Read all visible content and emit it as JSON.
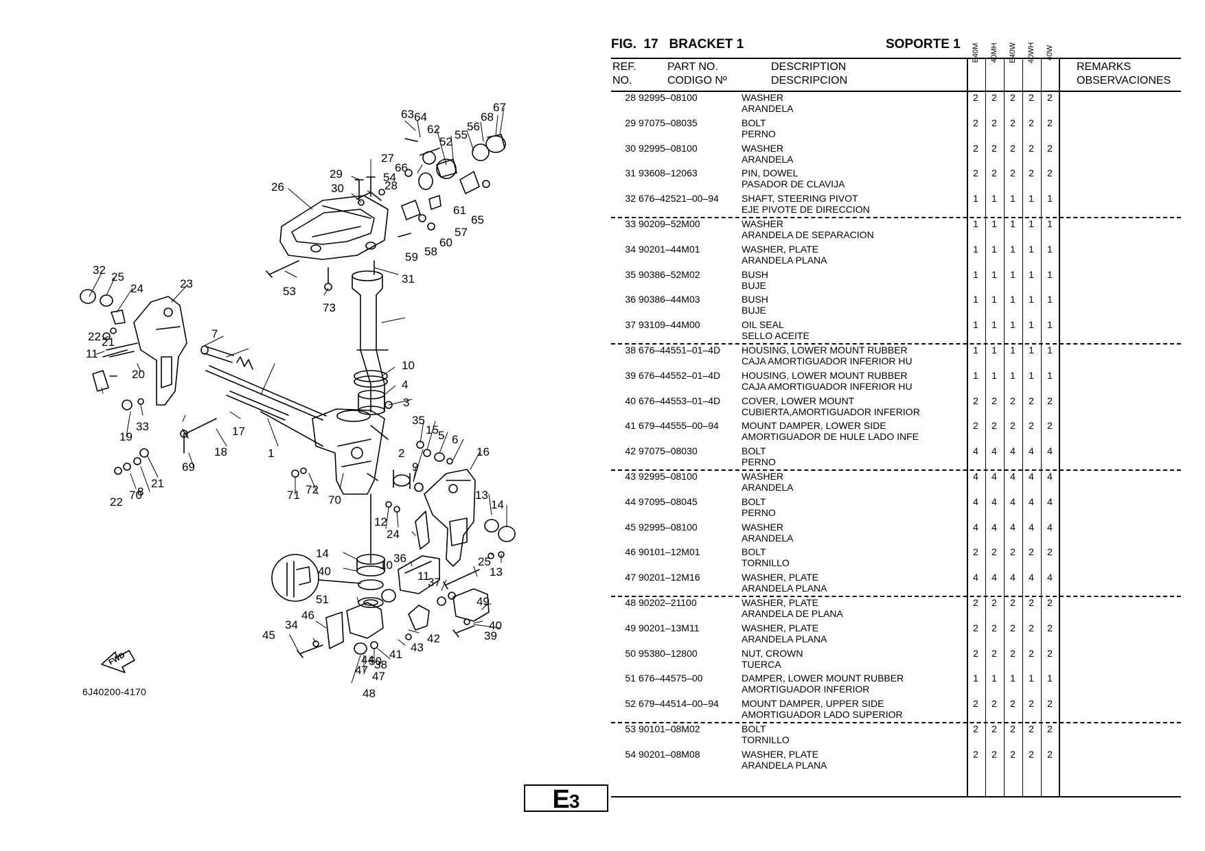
{
  "figure": {
    "fig_label": "FIG.",
    "fig_number": "17",
    "title_en": "BRACKET 1",
    "title_es": "SOPORTE 1"
  },
  "headers": {
    "ref_line1": "REF.",
    "ref_line2": "NO.",
    "part_line1": "PART NO.",
    "part_line2": "CODIGO Nº",
    "desc_line1": "DESCRIPTION",
    "desc_line2": "DESCRIPCION",
    "remarks_line1": "REMARKS",
    "remarks_line2": "OBSERVACIONES",
    "models": [
      "E40M",
      "40MH",
      "E40W",
      "40WH",
      "40W"
    ]
  },
  "parts": [
    {
      "ref": "28",
      "part_no": "92995–08100",
      "desc_en": "WASHER",
      "desc_es": "ARANDELA",
      "qty": [
        "2",
        "2",
        "2",
        "2",
        "2"
      ]
    },
    {
      "ref": "29",
      "part_no": "97075–08035",
      "desc_en": "BOLT",
      "desc_es": "PERNO",
      "qty": [
        "2",
        "2",
        "2",
        "2",
        "2"
      ]
    },
    {
      "ref": "30",
      "part_no": "92995–08100",
      "desc_en": "WASHER",
      "desc_es": "ARANDELA",
      "qty": [
        "2",
        "2",
        "2",
        "2",
        "2"
      ]
    },
    {
      "ref": "31",
      "part_no": "93608–12063",
      "desc_en": "PIN, DOWEL",
      "desc_es": "PASADOR DE CLAVIJA",
      "qty": [
        "2",
        "2",
        "2",
        "2",
        "2"
      ]
    },
    {
      "ref": "32",
      "part_no": "676–42521–00–94",
      "desc_en": "SHAFT, STEERING PIVOT",
      "desc_es": "EJE  PIVOTE DE DIRECCION",
      "qty": [
        "1",
        "1",
        "1",
        "1",
        "1"
      ]
    },
    {
      "ref": "33",
      "part_no": "90209–52M00",
      "desc_en": "WASHER",
      "desc_es": "ARANDELA DE SEPARACION",
      "qty": [
        "1",
        "1",
        "1",
        "1",
        "1"
      ]
    },
    {
      "ref": "34",
      "part_no": "90201–44M01",
      "desc_en": "WASHER, PLATE",
      "desc_es": "ARANDELA PLANA",
      "qty": [
        "1",
        "1",
        "1",
        "1",
        "1"
      ]
    },
    {
      "ref": "35",
      "part_no": "90386–52M02",
      "desc_en": "BUSH",
      "desc_es": "BUJE",
      "qty": [
        "1",
        "1",
        "1",
        "1",
        "1"
      ]
    },
    {
      "ref": "36",
      "part_no": "90386–44M03",
      "desc_en": "BUSH",
      "desc_es": "BUJE",
      "qty": [
        "1",
        "1",
        "1",
        "1",
        "1"
      ]
    },
    {
      "ref": "37",
      "part_no": "93109–44M00",
      "desc_en": "OIL SEAL",
      "desc_es": "SELLO ACEITE",
      "qty": [
        "1",
        "1",
        "1",
        "1",
        "1"
      ]
    },
    {
      "ref": "38",
      "part_no": "676–44551–01–4D",
      "desc_en": "HOUSING, LOWER MOUNT RUBBER",
      "desc_es": "CAJA  AMORTIGUADOR INFERIOR HU",
      "qty": [
        "1",
        "1",
        "1",
        "1",
        "1"
      ]
    },
    {
      "ref": "39",
      "part_no": "676–44552–01–4D",
      "desc_en": "HOUSING, LOWER MOUNT RUBBER",
      "desc_es": "CAJA  AMORTIGUADOR INFERIOR HU",
      "qty": [
        "1",
        "1",
        "1",
        "1",
        "1"
      ]
    },
    {
      "ref": "40",
      "part_no": "676–44553–01–4D",
      "desc_en": "COVER, LOWER MOUNT",
      "desc_es": "CUBIERTA,AMORTIGUADOR INFERIOR",
      "qty": [
        "2",
        "2",
        "2",
        "2",
        "2"
      ]
    },
    {
      "ref": "41",
      "part_no": "679–44555–00–94",
      "desc_en": "MOUNT DAMPER, LOWER SIDE",
      "desc_es": "AMORTIGUADOR DE HULE LADO INFE",
      "qty": [
        "2",
        "2",
        "2",
        "2",
        "2"
      ]
    },
    {
      "ref": "42",
      "part_no": "97075–08030",
      "desc_en": "BOLT",
      "desc_es": "PERNO",
      "qty": [
        "4",
        "4",
        "4",
        "4",
        "4"
      ]
    },
    {
      "ref": "43",
      "part_no": "92995–08100",
      "desc_en": "WASHER",
      "desc_es": "ARANDELA",
      "qty": [
        "4",
        "4",
        "4",
        "4",
        "4"
      ]
    },
    {
      "ref": "44",
      "part_no": "97095–08045",
      "desc_en": "BOLT",
      "desc_es": "PERNO",
      "qty": [
        "4",
        "4",
        "4",
        "4",
        "4"
      ]
    },
    {
      "ref": "45",
      "part_no": "92995–08100",
      "desc_en": "WASHER",
      "desc_es": "ARANDELA",
      "qty": [
        "4",
        "4",
        "4",
        "4",
        "4"
      ]
    },
    {
      "ref": "46",
      "part_no": "90101–12M01",
      "desc_en": "BOLT",
      "desc_es": "TORNILLO",
      "qty": [
        "2",
        "2",
        "2",
        "2",
        "2"
      ]
    },
    {
      "ref": "47",
      "part_no": "90201–12M16",
      "desc_en": "WASHER, PLATE",
      "desc_es": "ARANDELA PLANA",
      "qty": [
        "4",
        "4",
        "4",
        "4",
        "4"
      ]
    },
    {
      "ref": "48",
      "part_no": "90202–21100",
      "desc_en": "WASHER, PLATE",
      "desc_es": "ARANDELA  DE PLANA",
      "qty": [
        "2",
        "2",
        "2",
        "2",
        "2"
      ]
    },
    {
      "ref": "49",
      "part_no": "90201–13M11",
      "desc_en": "WASHER, PLATE",
      "desc_es": "ARANDELA PLANA",
      "qty": [
        "2",
        "2",
        "2",
        "2",
        "2"
      ]
    },
    {
      "ref": "50",
      "part_no": "95380–12800",
      "desc_en": "NUT, CROWN",
      "desc_es": "TUERCA",
      "qty": [
        "2",
        "2",
        "2",
        "2",
        "2"
      ]
    },
    {
      "ref": "51",
      "part_no": "676–44575–00",
      "desc_en": "DAMPER, LOWER MOUNT RUBBER",
      "desc_es": "AMORTIGUADOR INFERIOR",
      "qty": [
        "1",
        "1",
        "1",
        "1",
        "1"
      ]
    },
    {
      "ref": "52",
      "part_no": "679–44514–00–94",
      "desc_en": "MOUNT DAMPER, UPPER SIDE",
      "desc_es": "AMORTIGUADOR LADO SUPERIOR",
      "qty": [
        "2",
        "2",
        "2",
        "2",
        "2"
      ]
    },
    {
      "ref": "53",
      "part_no": "90101–08M02",
      "desc_en": "BOLT",
      "desc_es": "TORNILLO",
      "qty": [
        "2",
        "2",
        "2",
        "2",
        "2"
      ]
    },
    {
      "ref": "54",
      "part_no": "90201–08M08",
      "desc_en": "WASHER, PLATE",
      "desc_es": "ARANDELA PLANA",
      "qty": [
        "2",
        "2",
        "2",
        "2",
        "2"
      ]
    }
  ],
  "diagram": {
    "drawing_code": "6J40200-4170",
    "fwd_label": "FWD",
    "callouts": [
      "63",
      "64",
      "62",
      "52",
      "55",
      "56",
      "68",
      "67",
      "27",
      "29",
      "66",
      "54",
      "28",
      "30",
      "26",
      "61",
      "65",
      "57",
      "60",
      "58",
      "59",
      "31",
      "53",
      "73",
      "32",
      "25",
      "24",
      "23",
      "7",
      "22",
      "21",
      "11",
      "10",
      "4",
      "3",
      "20",
      "33",
      "35",
      "15",
      "5",
      "6",
      "16",
      "19",
      "17",
      "18",
      "1",
      "2",
      "9",
      "69",
      "8",
      "21",
      "22",
      "70",
      "71",
      "72",
      "70",
      "13",
      "14",
      "12",
      "24",
      "25",
      "13",
      "14",
      "36",
      "40",
      "10",
      "11",
      "37",
      "51",
      "49",
      "46",
      "34",
      "40",
      "39",
      "45",
      "43",
      "42",
      "44",
      "41",
      "48",
      "47",
      "38",
      "50",
      "47"
    ]
  },
  "page": {
    "section_letter": "E",
    "section_number": "3"
  }
}
